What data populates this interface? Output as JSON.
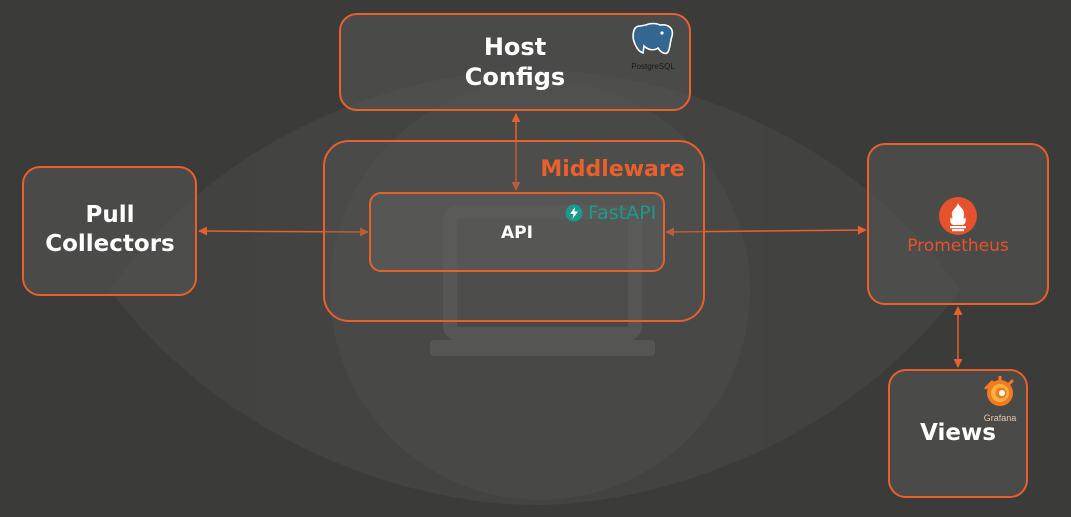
{
  "nodes": {
    "host_configs": {
      "line1": "Host",
      "line2": "Configs",
      "logo_text": "PostgreSQL"
    },
    "middleware": {
      "title": "Middleware"
    },
    "api": {
      "label": "API",
      "logo_text": "FastAPI"
    },
    "pull_collectors": {
      "line1": "Pull",
      "line2": "Collectors"
    },
    "prometheus": {
      "logo_text": "Prometheus"
    },
    "views": {
      "label": "Views",
      "logo_text": "Grafana"
    }
  },
  "colors": {
    "background": "#3b3b3a",
    "accent": "#e8602c",
    "text": "#ffffff",
    "fastapi": "#1a9a8c",
    "postgres": "#336791"
  },
  "icons": [
    "eye-watermark",
    "laptop-watermark",
    "postgresql-elephant-icon",
    "fastapi-bolt-icon",
    "prometheus-flame-icon",
    "grafana-gear-icon"
  ]
}
